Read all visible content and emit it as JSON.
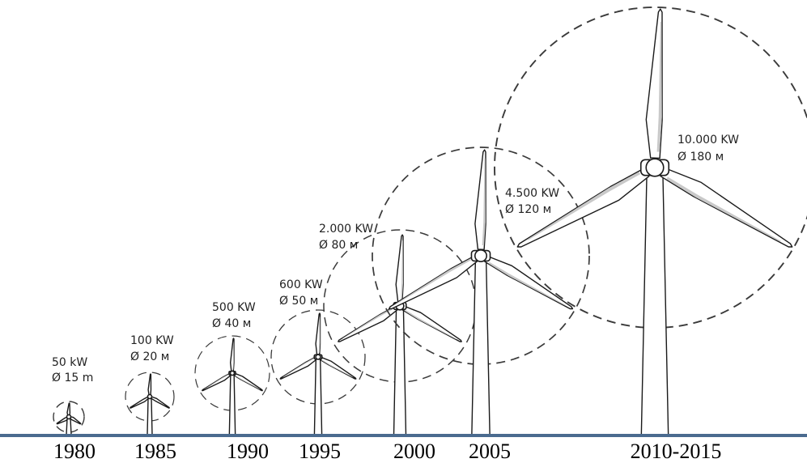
{
  "colors": {
    "ground": "#4a6b8f",
    "ink": "#1a1a1a",
    "shade": "#c9c9c9"
  },
  "turbines": [
    {
      "year": "1980",
      "power": "50 kW",
      "diameter": "Ø 15 m"
    },
    {
      "year": "1985",
      "power": "100 KW",
      "diameter": "Ø 20 м"
    },
    {
      "year": "1990",
      "power": "500 KW",
      "diameter": "Ø 40 м"
    },
    {
      "year": "1995",
      "power": "600 KW",
      "diameter": "Ø 50 м"
    },
    {
      "year": "2000",
      "power": "2.000 KW",
      "diameter": "Ø 80 м"
    },
    {
      "year": "2005",
      "power": "4.500 KW",
      "diameter": "Ø 120 м"
    },
    {
      "year": "2010-2015",
      "power": "10.000 KW",
      "diameter": "Ø 180 м"
    }
  ]
}
